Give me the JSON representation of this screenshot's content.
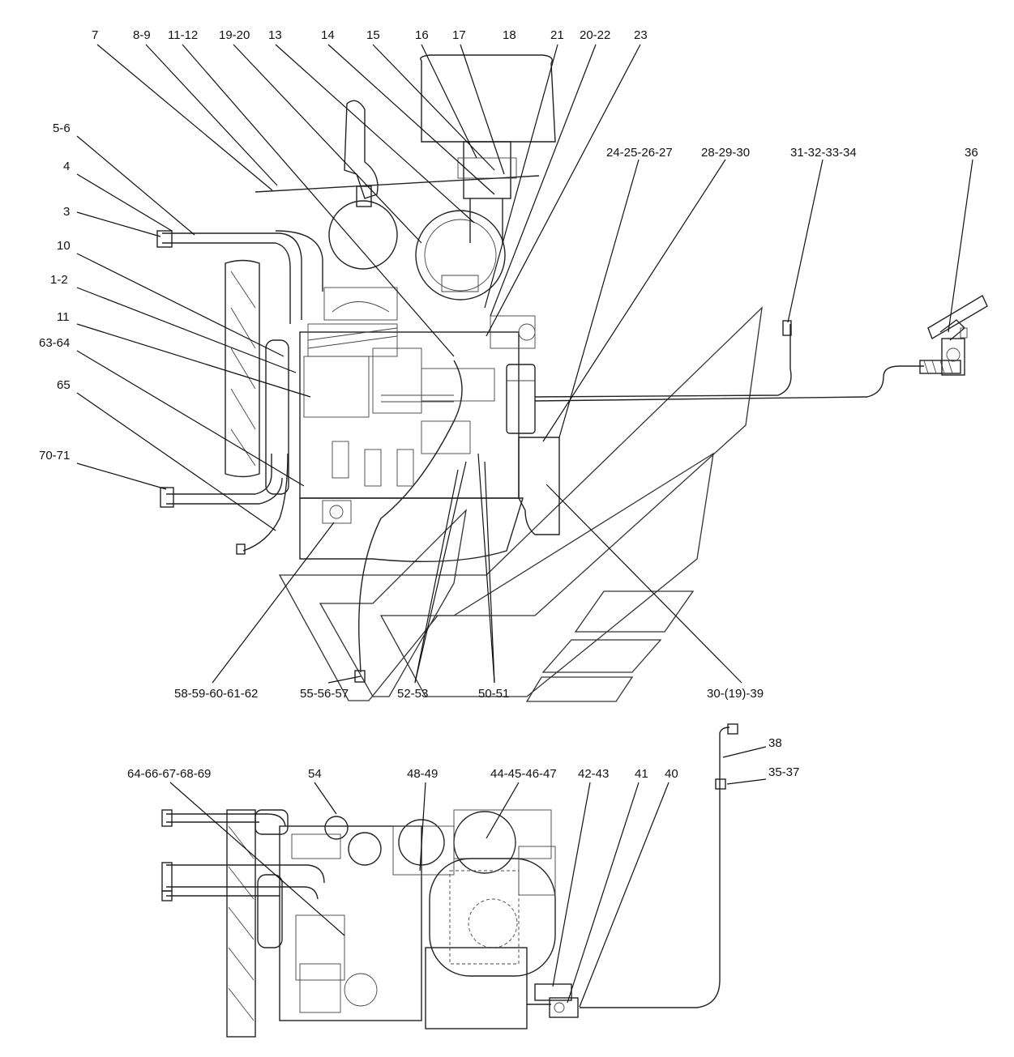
{
  "diagram": {
    "top_labels": [
      "7",
      "8-9",
      "11-12",
      "19-20",
      "13",
      "14",
      "15",
      "16",
      "17",
      "18",
      "21",
      "20-22",
      "23"
    ],
    "right_labels": [
      "24-25-26-27",
      "28-29-30",
      "31-32-33-34",
      "36",
      "30-(19)-39"
    ],
    "left_labels": [
      "5-6",
      "4",
      "3",
      "10",
      "1-2",
      "11",
      "63-64",
      "65",
      "70-71"
    ],
    "bottom_labels": [
      "58-59-60-61-62",
      "55-56-57",
      "52-53",
      "50-51"
    ],
    "lower_view_labels": [
      "64-66-67-68-69",
      "54",
      "48-49",
      "44-45-46-47",
      "42-43",
      "41",
      "40",
      "38",
      "35-37"
    ]
  }
}
